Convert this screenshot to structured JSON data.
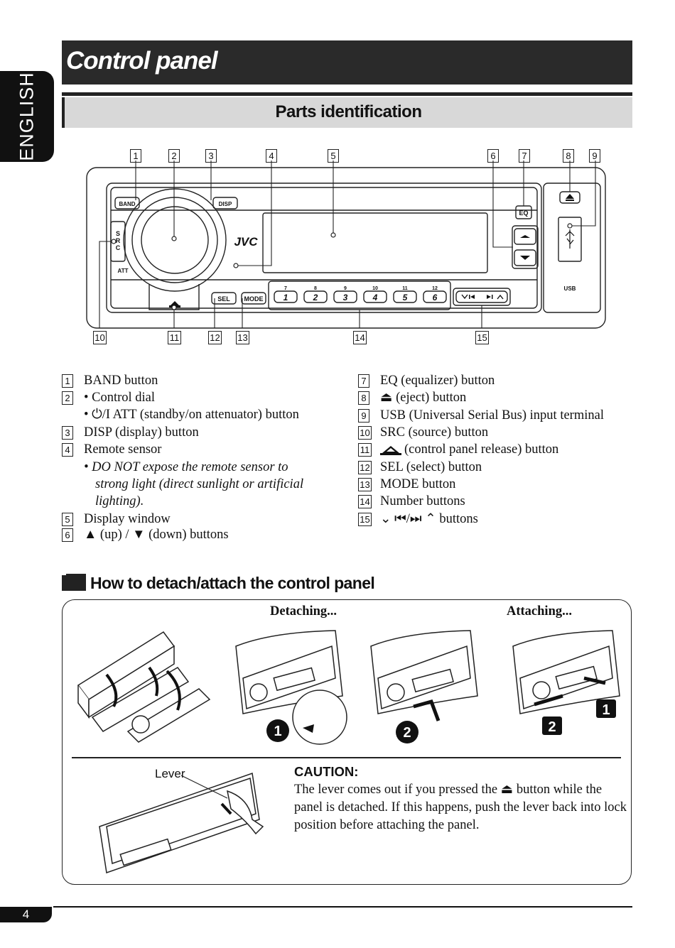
{
  "side_tab": "ENGLISH",
  "title": "Control panel",
  "subtitle": "Parts identification",
  "diagram": {
    "callouts_top": [
      "1",
      "2",
      "3",
      "4",
      "5",
      "6",
      "7",
      "8",
      "9"
    ],
    "callouts_bottom": [
      "10",
      "11",
      "12",
      "13",
      "14",
      "15"
    ],
    "panel_labels": {
      "band": "BAND",
      "disp": "DISP",
      "eq": "EQ",
      "src": "SRC",
      "att": "ATT",
      "sel": "SEL",
      "mode": "MODE",
      "usb": "USB",
      "brand": "JVC"
    },
    "number_buttons": [
      "1",
      "2",
      "3",
      "4",
      "5",
      "6"
    ],
    "number_buttons_upper": [
      "7",
      "8",
      "9",
      "10",
      "11",
      "12"
    ]
  },
  "legend_left": [
    {
      "num": "1",
      "text": "BAND button"
    },
    {
      "num": "2",
      "text": "•  Control dial"
    },
    {
      "num": "",
      "text": "•  ⏻/I ATT (standby/on attenuator) button"
    },
    {
      "num": "3",
      "text": "DISP (display) button"
    },
    {
      "num": "4",
      "text": "Remote sensor"
    },
    {
      "num": "",
      "text": "•  DO NOT expose the remote sensor to"
    },
    {
      "num": "",
      "text": "strong light (direct sunlight or artificial"
    },
    {
      "num": "",
      "text": "lighting)."
    },
    {
      "num": "5",
      "text": "Display window"
    },
    {
      "num": "6",
      "text": "▲ (up) / ▼ (down) buttons"
    }
  ],
  "legend_right": [
    {
      "num": "7",
      "text": "EQ (equalizer) button"
    },
    {
      "num": "8",
      "text": "⏏ (eject) button"
    },
    {
      "num": "9",
      "text": "USB (Universal Serial Bus) input terminal"
    },
    {
      "num": "10",
      "text": "SRC (source) button"
    },
    {
      "num": "11",
      "text": "(control panel release) button"
    },
    {
      "num": "12",
      "text": "SEL (select) button"
    },
    {
      "num": "13",
      "text": "MODE button"
    },
    {
      "num": "14",
      "text": "Number buttons"
    },
    {
      "num": "15",
      "text": "⌄ ⏮/⏭ ⌃ buttons"
    }
  ],
  "section2_title": "How to detach/attach the control panel",
  "detaching_label": "Detaching...",
  "attaching_label": "Attaching...",
  "step_badges": [
    "1",
    "2",
    "1",
    "2"
  ],
  "lever_label": "Lever",
  "caution_heading": "CAUTION:",
  "caution_text": "The lever comes out if you pressed the ⏏ button while the panel is detached. If this happens, push the lever back into lock position before attaching the panel.",
  "page_number": "4"
}
